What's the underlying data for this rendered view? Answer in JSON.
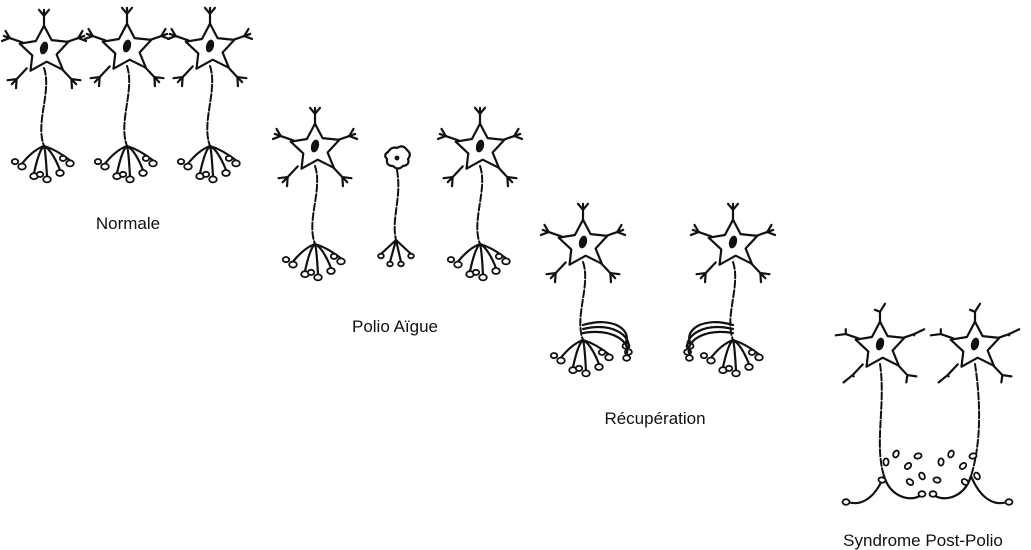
{
  "stages": [
    {
      "id": "normale",
      "label": "Normale"
    },
    {
      "id": "polio-aigue",
      "label": "Polio Aïgue"
    },
    {
      "id": "recuperation",
      "label": "Récupération"
    },
    {
      "id": "syndrome-post-polio",
      "label": "Syndrome Post-Polio"
    }
  ]
}
